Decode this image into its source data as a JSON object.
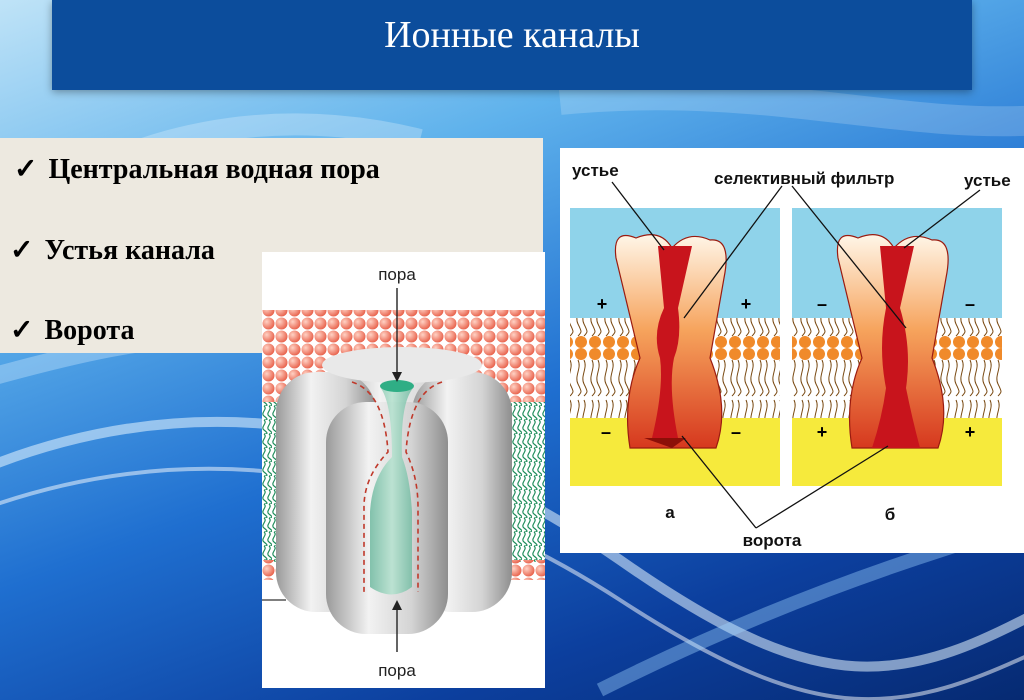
{
  "slide": {
    "title": "Ионные каналы",
    "bullets": [
      {
        "check": "✓",
        "text": "Центральная водная пора"
      },
      {
        "check": "✓",
        "text": "Устья канала"
      },
      {
        "check": "✓",
        "text": "Ворота"
      }
    ]
  },
  "left_figure": {
    "top_label": "пора",
    "bottom_label": "пора"
  },
  "right_figure": {
    "label_mouth_left": "устье",
    "label_filter": "селективный фильтр",
    "label_mouth_right": "устье",
    "label_gates": "ворота",
    "panel_a": "а",
    "panel_b": "б",
    "signs_a_top": [
      "+",
      "+"
    ],
    "signs_a_bottom": [
      "–",
      "–"
    ],
    "signs_b_top": [
      "–",
      "–"
    ],
    "signs_b_bottom": [
      "+",
      "+"
    ]
  },
  "colors": {
    "title_bar": "#0c4d9c",
    "bullet_box": "#ede9e0",
    "extracellular": "#8fd3ea",
    "intracellular": "#f6ea3c",
    "lipid_head": "#f08a2a",
    "channel_red": "#c8141c"
  }
}
